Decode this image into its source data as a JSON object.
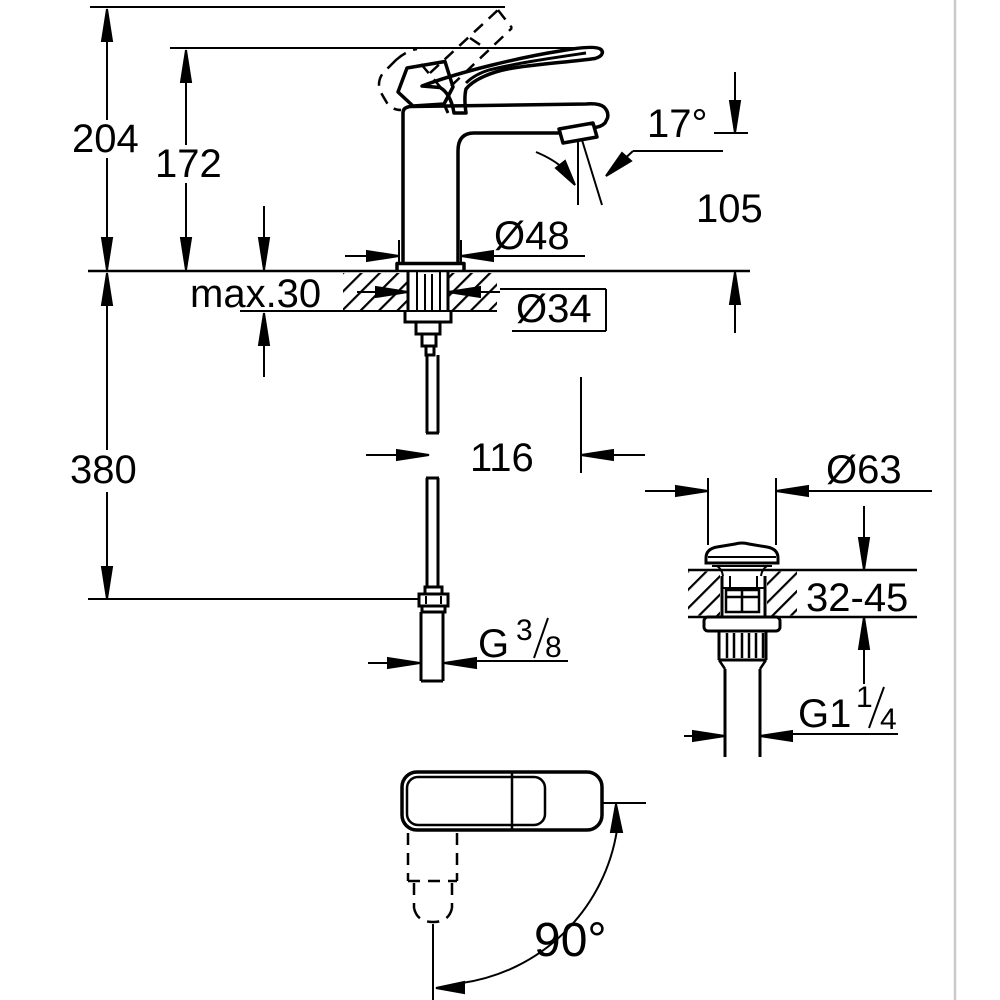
{
  "labels": {
    "height_overall": "204",
    "height_spout": "172",
    "angle_jet": "17°",
    "height_outlet": "105",
    "dia_body": "Ø48",
    "deck_max": "max.30",
    "dia_shank": "Ø34",
    "hose_drop": "380",
    "reach": "116",
    "thread_supply_g": "G",
    "thread_supply_num": "3",
    "thread_supply_den": "8",
    "dia_waste_cap": "Ø63",
    "deck_range": "32-45",
    "thread_waste_g": "G1",
    "thread_waste_num": "1",
    "thread_waste_den": "4",
    "angle_swivel": "90°"
  },
  "colors": {
    "ink": "#000000",
    "background": "#ffffff",
    "frame_border": "#c9c9c9"
  }
}
